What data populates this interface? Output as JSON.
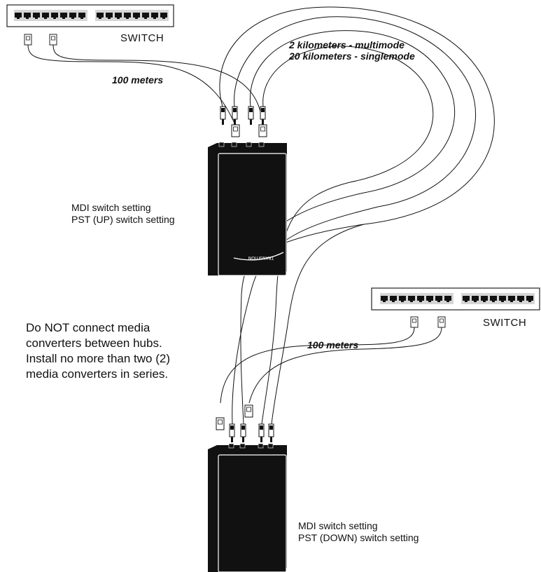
{
  "switch_top": {
    "label": "SWITCH"
  },
  "switch_bottom": {
    "label": "SWITCH"
  },
  "distance": {
    "fiber_multimode": "2 kilometers - multimode",
    "fiber_singlemode": "20 kilometers - singlemode",
    "copper_top": "100 meters",
    "copper_bottom": "100 meters"
  },
  "converter_top": {
    "setting_line1": "MDI switch setting",
    "setting_line2": "PST (UP) switch setting",
    "logo_text": "TRANSITION"
  },
  "converter_bottom": {
    "setting_line1": "MDI switch setting",
    "setting_line2": "PST (DOWN) switch setting"
  },
  "notice": {
    "line1": "Do NOT connect media",
    "line2": "converters between hubs.",
    "line3": "Install no more than two (2)",
    "line4": "media converters in series."
  }
}
